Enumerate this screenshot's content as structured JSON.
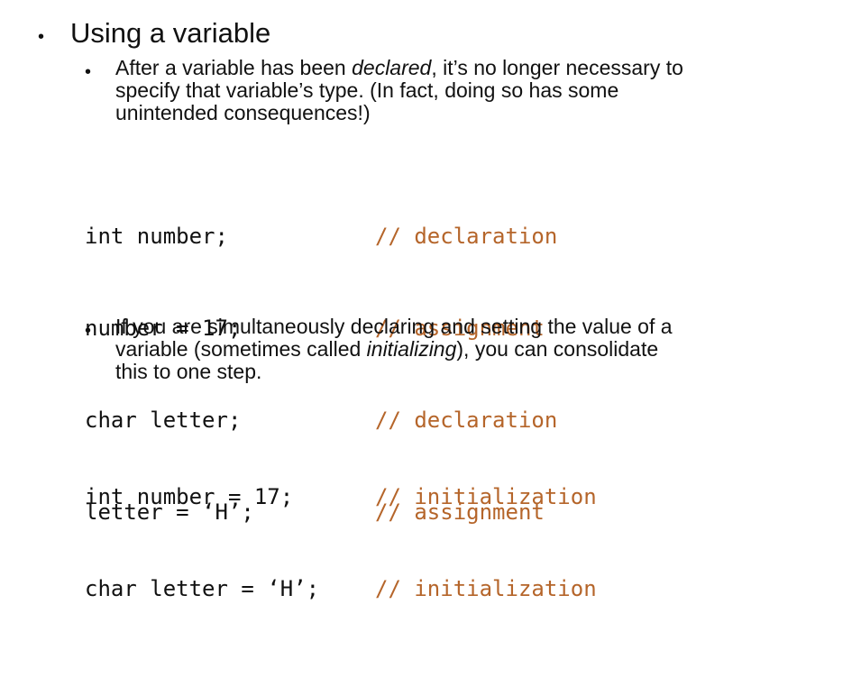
{
  "slide": {
    "title": "Using a variable",
    "bullet1": {
      "line1_pre": "After a variable has been ",
      "line1_em": "declared",
      "line1_post": ", it’s no longer necessary to",
      "line2": "specify that variable’s type. (In fact, doing so has some",
      "line3": "unintended consequences!)"
    },
    "code1": [
      {
        "statement": "int number;",
        "comment": "// declaration"
      },
      {
        "statement": "number = 17;",
        "comment": "// assignment"
      },
      {
        "statement": "char letter;",
        "comment": "// declaration"
      },
      {
        "statement": "letter = ‘H’;",
        "comment": "// assignment"
      }
    ],
    "bullet2": {
      "line1": "If you are simultaneously declaring and setting the value of a",
      "line2_pre": "variable (sometimes called ",
      "line2_em": "initializing",
      "line2_post": "), you can consolidate",
      "line3": "this to one step."
    },
    "code2": [
      {
        "statement": "int number = 17;",
        "comment": "// initialization"
      },
      {
        "statement": "char letter = ‘H’;",
        "comment": "// initialization"
      }
    ],
    "colors": {
      "text": "#111111",
      "comment": "#b5652a",
      "background": "#ffffff"
    }
  }
}
